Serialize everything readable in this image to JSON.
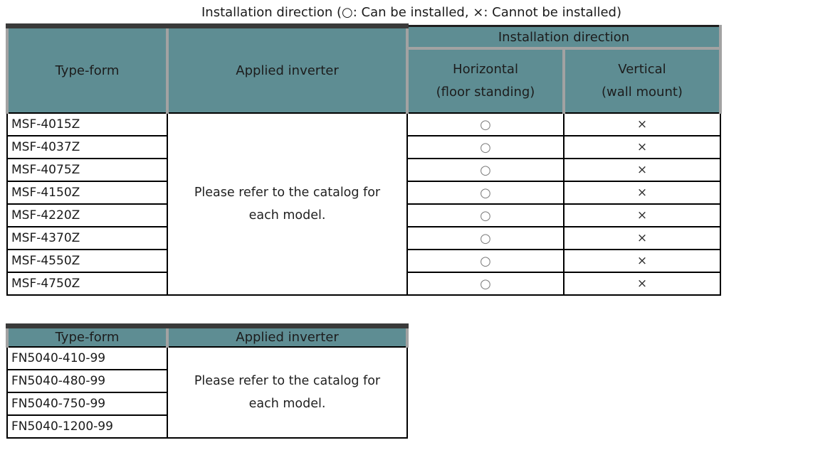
{
  "title": "Installation direction (○: Can be installed, ×: Cannot be installed)",
  "colors": {
    "header_bg": "#5e8d93",
    "top_bar": "#3a3a3a",
    "header_separator": "#a2a2a2",
    "body_border": "#000000",
    "circle_symbol": "#7b7b7b",
    "cross_symbol": "#2e2e2e"
  },
  "symbols": {
    "can_be_installed": "○",
    "cannot_be_installed": "×"
  },
  "table1": {
    "header": {
      "type_form": "Type-form",
      "applied_inverter": "Applied inverter",
      "installation_direction": "Installation direction",
      "horizontal": "Horizontal\n(floor standing)",
      "vertical": "Vertical\n(wall mount)"
    },
    "applied_inverter_note": "Please refer to the catalog for\neach model.",
    "rows": [
      {
        "model": "MSF-4015Z",
        "horizontal": "○",
        "vertical": "×"
      },
      {
        "model": "MSF-4037Z",
        "horizontal": "○",
        "vertical": "×"
      },
      {
        "model": "MSF-4075Z",
        "horizontal": "○",
        "vertical": "×"
      },
      {
        "model": "MSF-4150Z",
        "horizontal": "○",
        "vertical": "×"
      },
      {
        "model": "MSF-4220Z",
        "horizontal": "○",
        "vertical": "×"
      },
      {
        "model": "MSF-4370Z",
        "horizontal": "○",
        "vertical": "×"
      },
      {
        "model": "MSF-4550Z",
        "horizontal": "○",
        "vertical": "×"
      },
      {
        "model": "MSF-4750Z",
        "horizontal": "○",
        "vertical": "×"
      }
    ]
  },
  "table2": {
    "header": {
      "type_form": "Type-form",
      "applied_inverter": "Applied inverter"
    },
    "applied_inverter_note": "Please refer to the catalog for\neach model.",
    "rows": [
      {
        "model": "FN5040-410-99"
      },
      {
        "model": "FN5040-480-99"
      },
      {
        "model": "FN5040-750-99"
      },
      {
        "model": "FN5040-1200-99"
      }
    ]
  }
}
